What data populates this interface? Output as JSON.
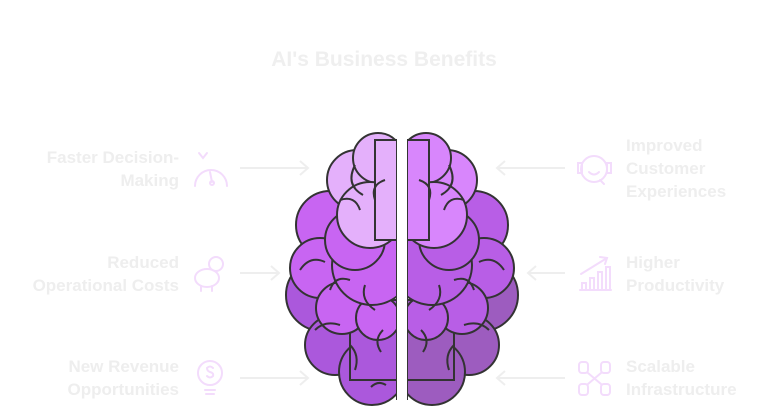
{
  "title": "AI's Business Benefits",
  "benefits_left": [
    {
      "label": "Faster Decision-Making",
      "lines": [
        "Faster Decision-",
        "Making"
      ],
      "icon": "speedometer-icon"
    },
    {
      "label": "Reduced Operational Costs",
      "lines": [
        "Reduced",
        "Operational Costs"
      ],
      "icon": "piggy-bank-icon"
    },
    {
      "label": "New Revenue Opportunities",
      "lines": [
        "New Revenue",
        "Opportunities"
      ],
      "icon": "lightbulb-dollar-icon"
    }
  ],
  "benefits_right": [
    {
      "label": "Improved Customer Experiences",
      "lines": [
        "Improved",
        "Customer",
        "Experiences"
      ],
      "icon": "customer-support-icon"
    },
    {
      "label": "Higher Productivity",
      "lines": [
        "Higher",
        "Productivity"
      ],
      "icon": "growth-chart-icon"
    },
    {
      "label": "Scalable Infrastructure",
      "lines": [
        "Scalable",
        "Infrastructure"
      ],
      "icon": "database-network-icon"
    }
  ],
  "colors": {
    "left_top": "#e4b0fb",
    "left_mid": "#c865f2",
    "left_bottom": "#ab58dc",
    "right_top": "#d886fc",
    "right_mid": "#b85ee6",
    "right_bottom": "#9d5cbf",
    "icon": "#f3dcfc",
    "text": "#eeeeee"
  }
}
